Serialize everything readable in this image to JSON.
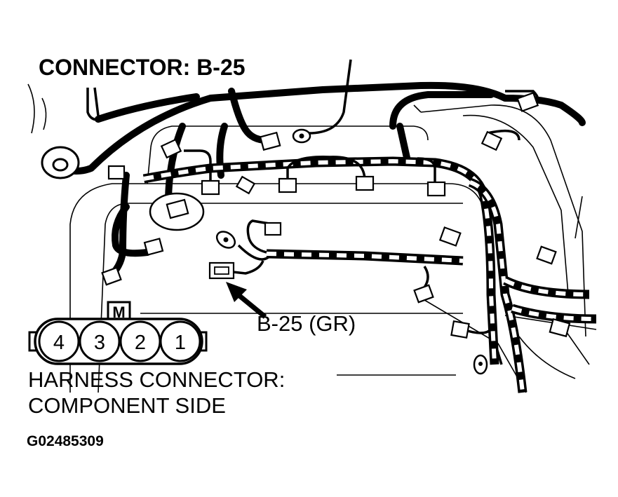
{
  "diagram": {
    "title": "CONNECTOR: B-25",
    "callout_label": "B-25 (GR)",
    "harness_label_line1": "HARNESS CONNECTOR:",
    "harness_label_line2": "COMPONENT SIDE",
    "figure_code": "G02485309",
    "connector": {
      "key_label": "M",
      "pins": [
        "4",
        "3",
        "2",
        "1"
      ]
    }
  },
  "colors": {
    "ink": "#000000",
    "paper": "#ffffff"
  }
}
